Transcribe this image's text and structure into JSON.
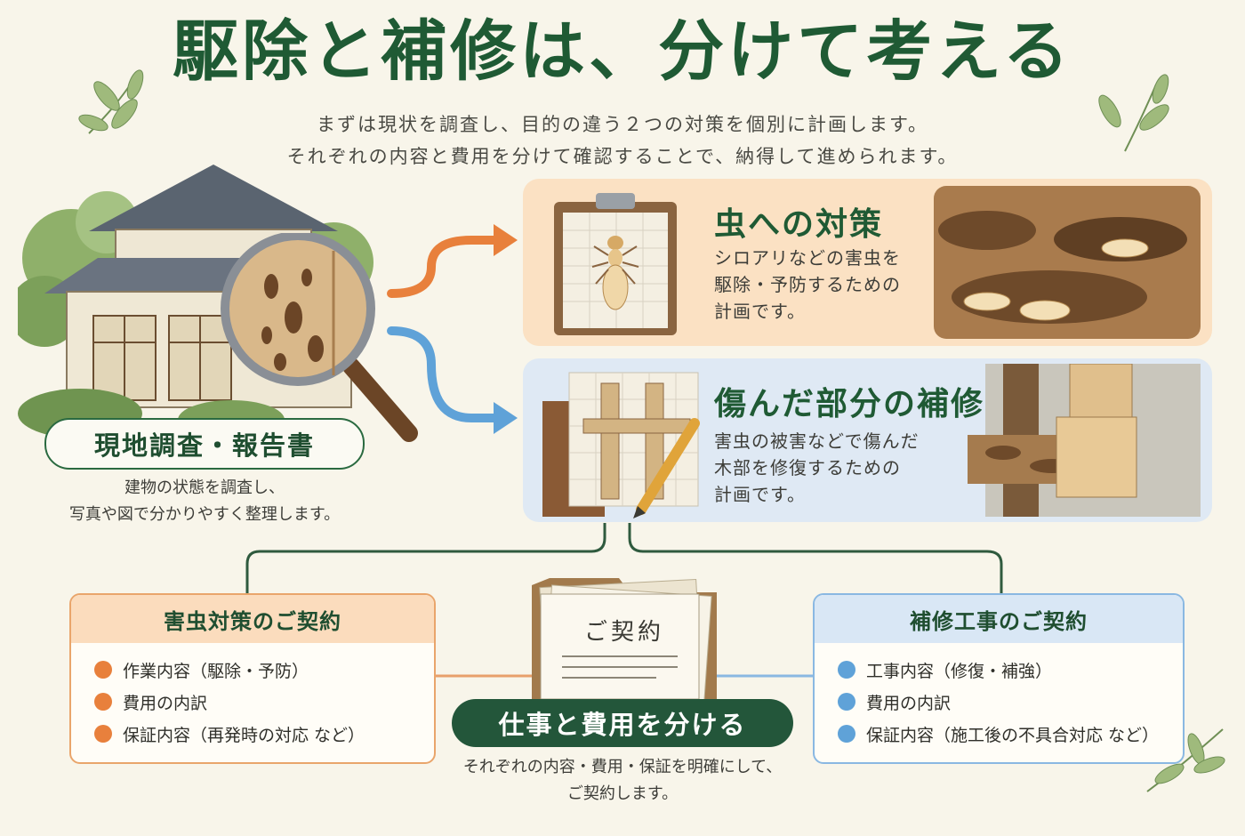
{
  "title": "駆除と補修は、分けて考える",
  "subtitle_lines": [
    "まずは現状を調査し、目的の違う２つの対策を個別に計画します。",
    "それぞれの内容と費用を分けて確認することで、納得して進められます。"
  ],
  "survey": {
    "label": "現地調査・報告書",
    "desc_lines": [
      "建物の状態を調査し、",
      "写真や図で分かりやすく整理します。"
    ]
  },
  "pest_plan": {
    "title": "虫への対策",
    "desc_lines": [
      "シロアリなどの害虫を",
      "駆除・予防するための",
      "計画です。"
    ],
    "icon": "termite-clipboard-icon"
  },
  "repair_plan": {
    "title": "傷んだ部分の補修",
    "desc_lines": [
      "害虫の被害などで傷んだ",
      "木部を修復するための",
      "計画です。"
    ],
    "icon": "blueprint-pencil-icon"
  },
  "pest_contract": {
    "title": "害虫対策のご契約",
    "items": [
      "作業内容（駆除・予防）",
      "費用の内訳",
      "保証内容（再発時の対応 など）"
    ]
  },
  "repair_contract": {
    "title": "補修工事のご契約",
    "items": [
      "工事内容（修復・補強）",
      "費用の内訳",
      "保証内容（施工後の不具合対応 など）"
    ]
  },
  "center": {
    "doc_label": "ご契約",
    "pill": "仕事と費用を分ける",
    "desc_lines": [
      "それぞれの内容・費用・保証を明確にして、",
      "ご契約します。"
    ]
  },
  "colors": {
    "green": "#1f5a34",
    "orange": "#e8803c",
    "blue": "#5fa2d8",
    "orange_card": "#fbe1c3",
    "blue_card": "#dfe9f4"
  }
}
